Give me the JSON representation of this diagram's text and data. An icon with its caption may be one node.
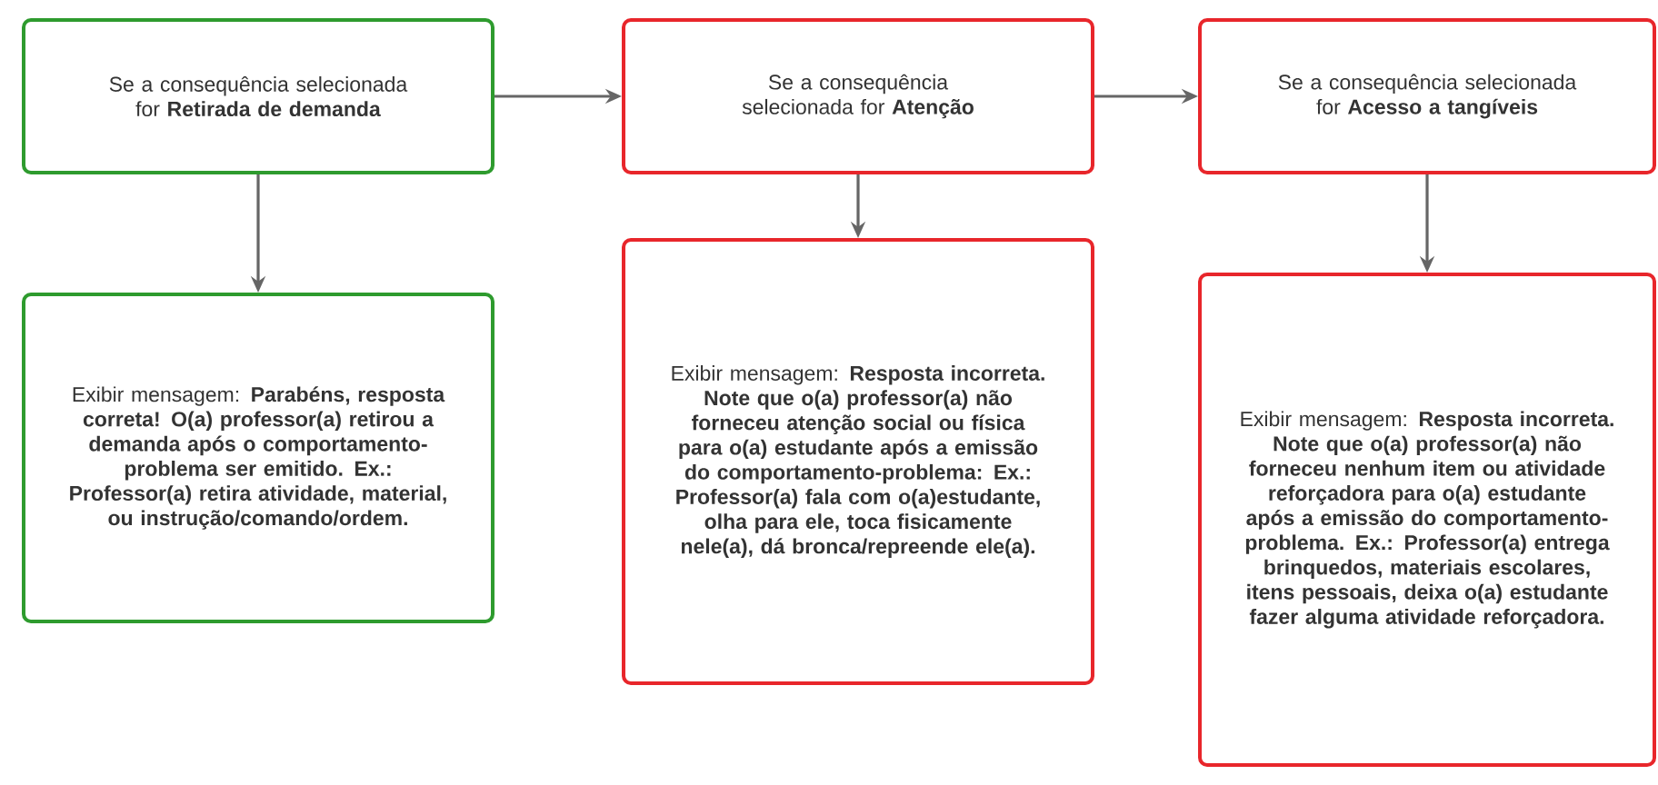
{
  "diagram": {
    "nodes": [
      {
        "text": [
          "Se a consequência selecionada for **Retirada de demanda**"
        ]
      },
      {
        "text": [
          "Se a consequência selecionada for **Atenção**"
        ]
      },
      {
        "text": [
          "Se a consequência selecionada for **Acesso a tangíveis**"
        ]
      },
      {
        "text": [
          "Exibir mensagem: **Parabéns, resposta correta! O(a) professor(a) retirou a demanda após o comportamento-problema ser emitido. Ex.: Professor(a) retira atividade, material, ou instrução/comando/ordem.**"
        ]
      },
      {
        "text": [
          "Exibir mensagem: **Resposta incorreta. Note que o(a) professor(a) não forneceu atenção social ou física para o(a) estudante após a emissão do comportamento-problema: Ex.: Professor(a) fala com o(a)estudante, olha para ele, toca fisicamente nele(a), dá bronca/repreende ele(a).**"
        ]
      },
      {
        "text": [
          "Exibir mensagem: **Resposta incorreta. Note que o(a) professor(a) não forneceu nenhum item ou atividade reforçadora para o(a) estudante após a emissão do comportamento-problema. Ex.: Professor(a) entrega brinquedos, materiais escolares, itens pessoais, deixa o(a) estudante fazer alguma atividade reforçadora.**"
        ]
      }
    ],
    "edges": [
      {
        "from": 0,
        "to": 1,
        "arrow": "to"
      },
      {
        "from": 1,
        "to": 2,
        "arrow": "to"
      },
      {
        "from": 0,
        "to": 3,
        "arrow": "to"
      },
      {
        "from": 1,
        "to": 4,
        "arrow": "to"
      },
      {
        "from": 2,
        "to": 5,
        "arrow": "to"
      }
    ]
  }
}
